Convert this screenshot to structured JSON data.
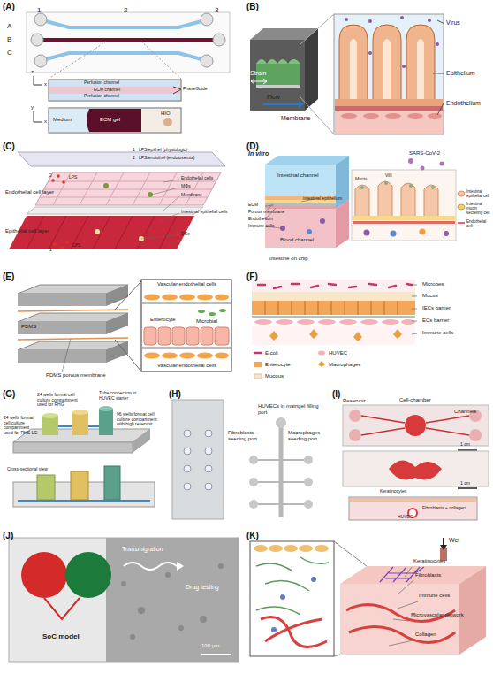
{
  "diagram": {
    "nodes": [
      {
        "text": [
          "(A)"
        ]
      },
      {
        "text": [
          "(B)"
        ]
      },
      {
        "text": [
          "(C)"
        ]
      },
      {
        "text": [
          "(D)"
        ]
      },
      {
        "text": [
          "(E)"
        ]
      },
      {
        "text": [
          "(F)"
        ]
      },
      {
        "text": [
          "(G)"
        ]
      },
      {
        "text": [
          "(H)"
        ]
      },
      {
        "text": [
          "(I)"
        ]
      },
      {
        "text": [
          "(J)"
        ]
      },
      {
        "text": [
          "(K)"
        ]
      }
    ],
    "labels": [
      "1",
      "2",
      "3",
      "A",
      "B",
      "C",
      "Perfusion channel",
      "ECM channel",
      "Perfusion channel",
      "PhaseGuide",
      "z",
      "x",
      "y",
      "x",
      "Medium",
      "ECM gel",
      "HIO",
      "Virus",
      "Epithelium",
      "Endothelium",
      "Strain",
      "Flow",
      "Membrane",
      "1",
      "LPS/epithel (physiologic)",
      "2",
      "LPS/endothel (endotoxemia)",
      "Endothelial cells",
      "MΦs",
      "Membrane",
      "Intestinal epithelial cells",
      "DCs",
      "Endothelial cell layer",
      "Epithelial cell layer",
      "LPS",
      "2",
      "LPS",
      "1",
      "In vitro",
      "Intestinal channel",
      "Intestinal epithelium",
      "ECM",
      "Porous membrane",
      "Endothelium",
      "Immune cells",
      "Blood channel",
      "Intestine on chip",
      "SARS-CoV-2",
      "Mucin",
      "Villi",
      "PDMS",
      "PDMS porous membrane",
      "Vascular endothelial cells",
      "Enterocyte",
      "Microbial",
      "Vascular endothelial cells",
      "Microbes",
      "Mucus",
      "IECs barrier",
      "ECs barrier",
      "Immune cells",
      "24 wells format cell culture compartment used for RHG",
      "Tube connection to HUVEC starter",
      "24 wells format cell culture compartment used for RHS-LC",
      "96 wells format cell culture compartment with high reservoir",
      "Cross-sectional view",
      "HUVECs in matrigel filling port",
      "Fibroblasts seeding port",
      "Macrophages seeding port",
      "Reservoir",
      "Cell-chamber",
      "Channels",
      "1 cm",
      "1 cm",
      "Keratinocytes",
      "Fibroblasts + collagen",
      "HUVEC",
      "Transmigration",
      "Drug testing",
      "SoC model",
      "100 μm",
      "Wet",
      "Keratinocytes",
      "Fibroblasts",
      "Immune cells",
      "Microvascular network",
      "Collagen"
    ],
    "legend": [
      {
        "text": "Intestinal epithelial cell"
      },
      {
        "text": "Intestinal mucin secreting cell"
      },
      {
        "text": "Endothelial cell"
      },
      {
        "text": "E.coli"
      },
      {
        "text": "HUVEC"
      },
      {
        "text": "Enterocyte"
      },
      {
        "text": "Macrophages"
      },
      {
        "text": "Mucous"
      }
    ]
  }
}
